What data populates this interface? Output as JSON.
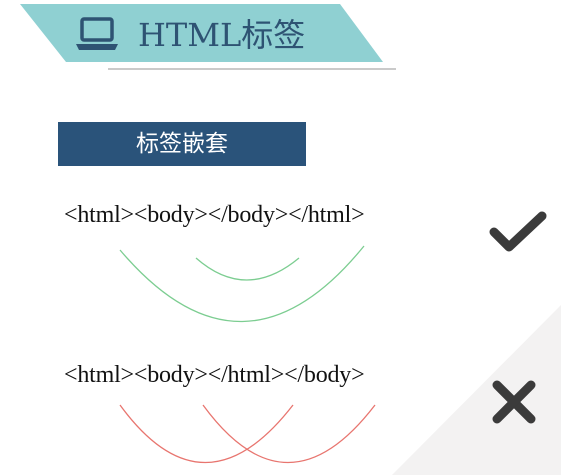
{
  "header": {
    "title": "HTML标签",
    "icon": "laptop-icon"
  },
  "section": {
    "label": "标签嵌套"
  },
  "examples": {
    "correct": {
      "code": "<html><body></body></html>",
      "arc_color": "#7ccd91",
      "mark_icon": "check-icon"
    },
    "wrong": {
      "code": "<html><body></html></body>",
      "arc_color": "#e8756f",
      "mark_icon": "cross-icon"
    }
  },
  "colors": {
    "banner": "#8fd0d2",
    "label_bg": "#2a537a",
    "title_text": "#2e5373",
    "mark": "#3b3b3b"
  }
}
